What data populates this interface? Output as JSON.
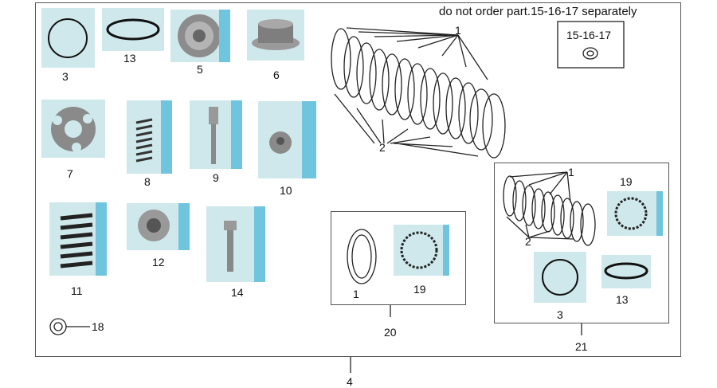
{
  "note": "do not order part.15-16-17 separately",
  "labels": {
    "p1": "1",
    "p2": "2",
    "p3": "3",
    "p4": "4",
    "p5": "5",
    "p6": "6",
    "p7": "7",
    "p8": "8",
    "p9": "9",
    "p10": "10",
    "p11": "11",
    "p12": "12",
    "p13": "13",
    "p14": "14",
    "p15_16_17": "15-16-17",
    "p18": "18",
    "p19": "19",
    "p20": "20",
    "p21": "21"
  }
}
